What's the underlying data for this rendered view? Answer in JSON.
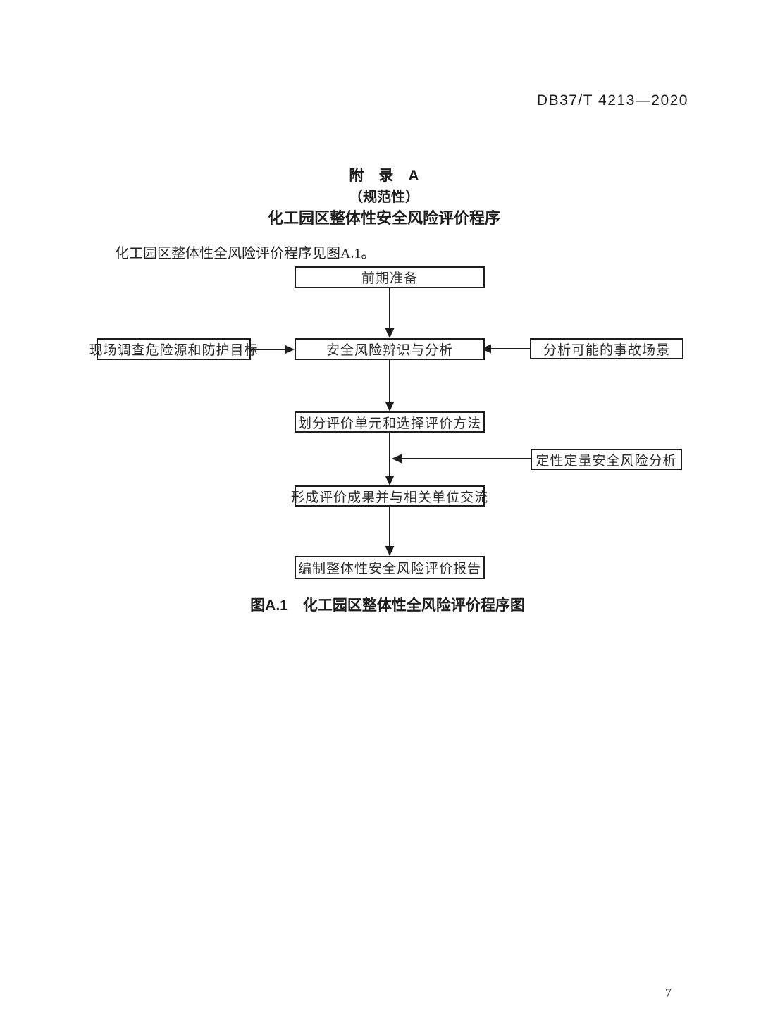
{
  "page": {
    "header_code": "DB37/T 4213—2020",
    "page_number": "7"
  },
  "appendix": {
    "title": "附　录　A",
    "normative": "（规范性）",
    "subject": "化工园区整体性安全风险评价程序",
    "intro": "化工园区整体性全风险评价程序见图A.1。",
    "figure_caption": "图A.1　化工园区整体性全风险评价程序图"
  },
  "flowchart": {
    "step1": "前期准备",
    "step2": "安全风险辨识与分析",
    "step3": "划分评价单元和选择评价方法",
    "step4": "形成评价成果并与相关单位交流",
    "step5": "编制整体性安全风险评价报告",
    "side_left": "现场调查危险源和防护目标",
    "side_right_top": "分析可能的事故场景",
    "side_right_mid": "定性定量安全风险分析"
  },
  "colors": {
    "ink": "#1c1c1c",
    "paper": "#ffffff"
  }
}
